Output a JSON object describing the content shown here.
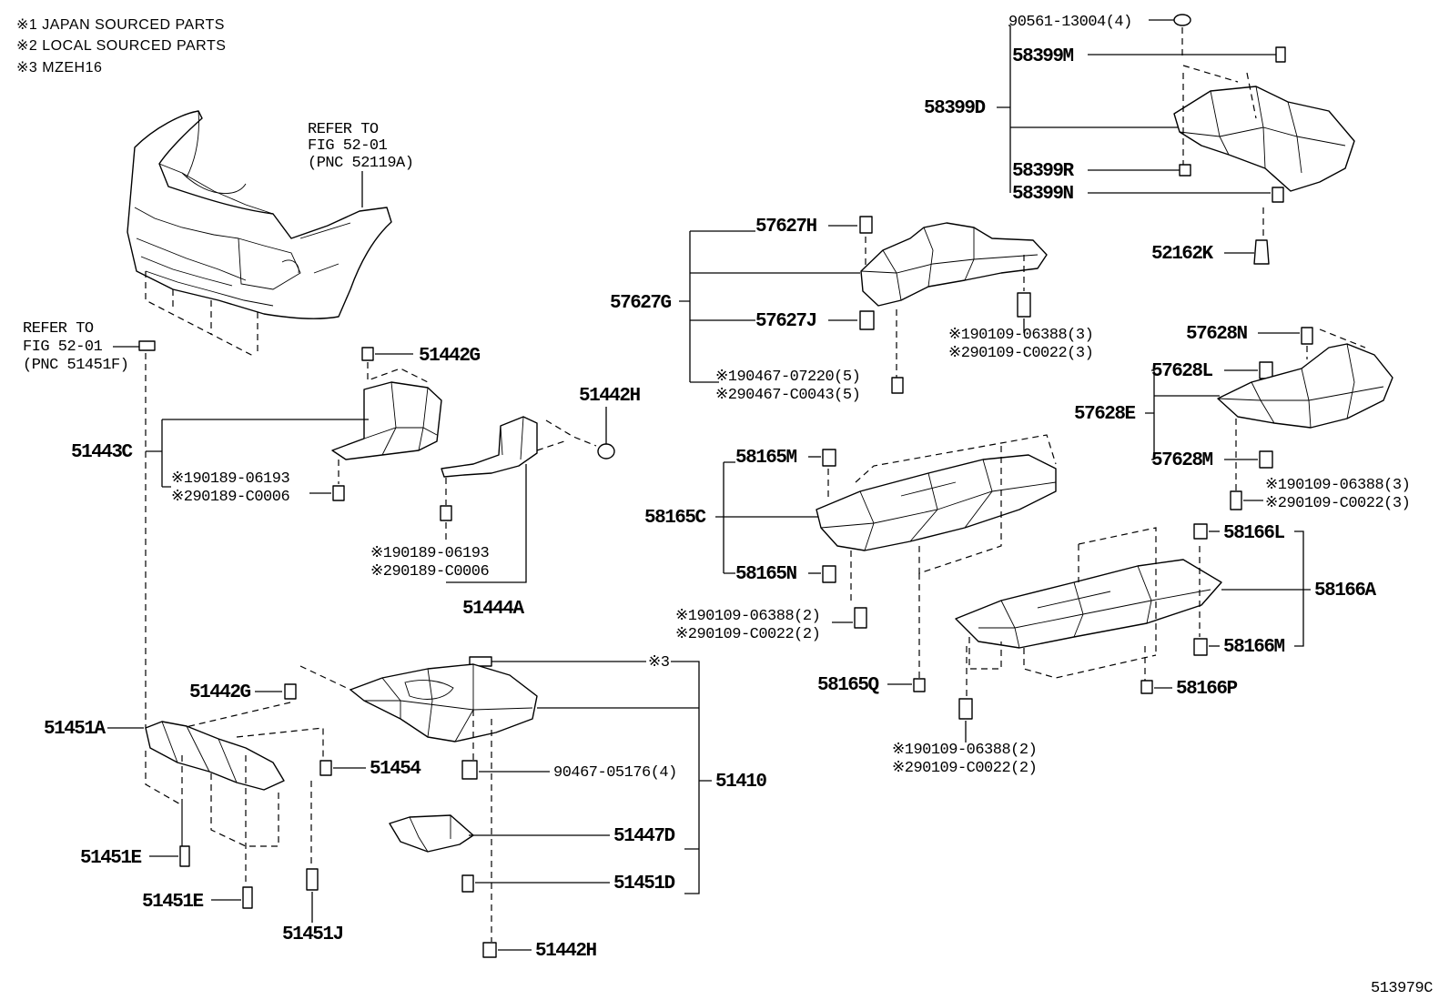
{
  "notes": [
    "※1 JAPAN SOURCED PARTS",
    "※2 LOCAL SOURCED PARTS",
    "※3 MZEH16"
  ],
  "refs": {
    "bumper": [
      "REFER TO",
      "FIG 52-01",
      "(PNC 52119A)"
    ],
    "bracket": [
      "REFER TO",
      "FIG 52-01",
      "(PNC 51451F)"
    ]
  },
  "labels": {
    "p90561": "90561-13004(4)",
    "p58399M": "58399M",
    "p58399D": "58399D",
    "p58399R": "58399R",
    "p58399N": "58399N",
    "p52162K": "52162K",
    "p57627H": "57627H",
    "p57627G": "57627G",
    "p57627J": "57627J",
    "p57627_n1": "※190467-07220(5)",
    "p57627_n2": "※290467-C0043(5)",
    "p57627_b1": "※190109-06388(3)",
    "p57627_b2": "※290109-C0022(3)",
    "p57628N": "57628N",
    "p57628L": "57628L",
    "p57628E": "57628E",
    "p57628M": "57628M",
    "p57628_b1": "※190109-06388(3)",
    "p57628_b2": "※290109-C0022(3)",
    "p51442G_top": "51442G",
    "p51442H_top": "51442H",
    "p51443C": "51443C",
    "p51443C_b1": "※190189-06193",
    "p51443C_b2": "※290189-C0006",
    "p51444A_b1": "※190189-06193",
    "p51444A_b2": "※290189-C0006",
    "p51444A": "51444A",
    "p58165M": "58165M",
    "p58165C": "58165C",
    "p58165N": "58165N",
    "p58165_b1": "※190109-06388(2)",
    "p58165_b2": "※290109-C0022(2)",
    "p58165Q": "58165Q",
    "p58166L": "58166L",
    "p58166A": "58166A",
    "p58166M": "58166M",
    "p58166P": "58166P",
    "p58166_b1": "※190109-06388(2)",
    "p58166_b2": "※290109-C0022(2)",
    "p51442G_bot": "51442G",
    "p51451A": "51451A",
    "p51454": "51454",
    "p90467": "90467-05176(4)",
    "p51410": "51410",
    "p51447D": "51447D",
    "p51451D": "51451D",
    "p51451E_1": "51451E",
    "p51451E_2": "51451E",
    "p51451J": "51451J",
    "p51442H_bot": "51442H",
    "p_mark3": "※3"
  },
  "figure_id": "513979C"
}
